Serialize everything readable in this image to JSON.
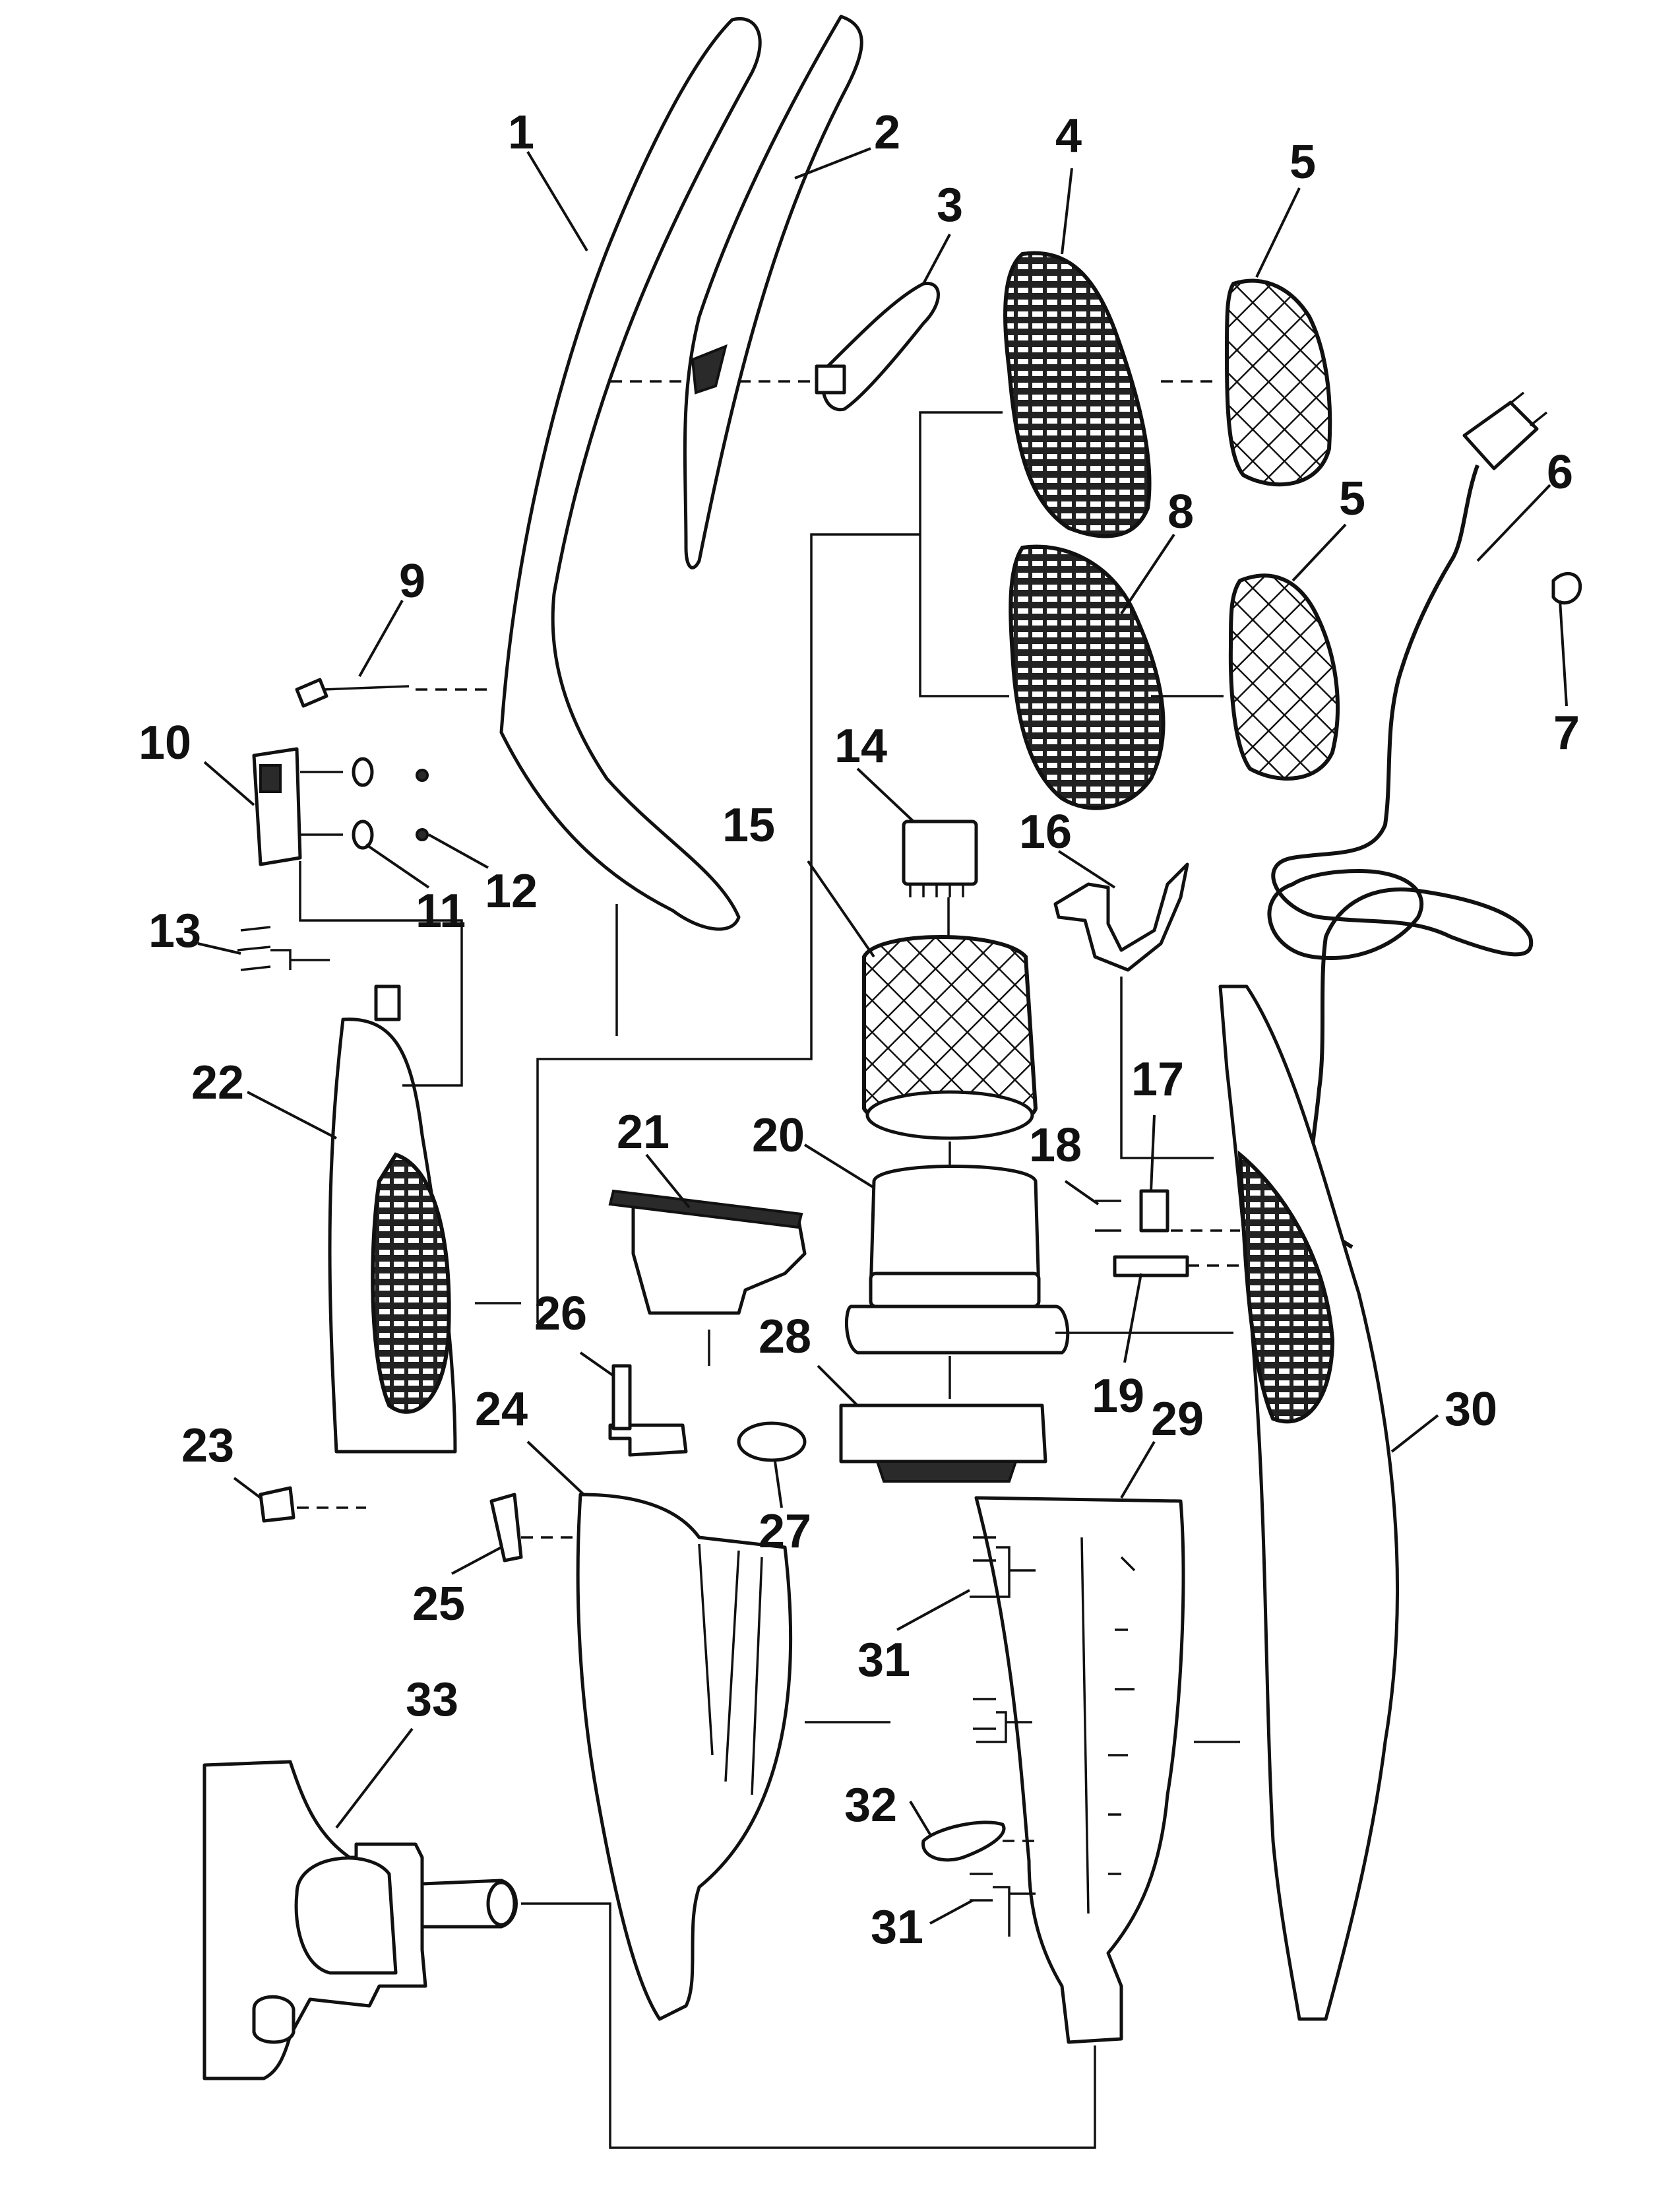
{
  "diagram": {
    "kind": "exploded parts diagram",
    "callouts": [
      "1",
      "2",
      "3",
      "4",
      "5",
      "5",
      "6",
      "7",
      "8",
      "9",
      "10",
      "11",
      "12",
      "13",
      "14",
      "15",
      "16",
      "17",
      "18",
      "19",
      "20",
      "21",
      "22",
      "23",
      "24",
      "25",
      "26",
      "27",
      "28",
      "29",
      "30",
      "31",
      "31",
      "32",
      "33"
    ]
  }
}
